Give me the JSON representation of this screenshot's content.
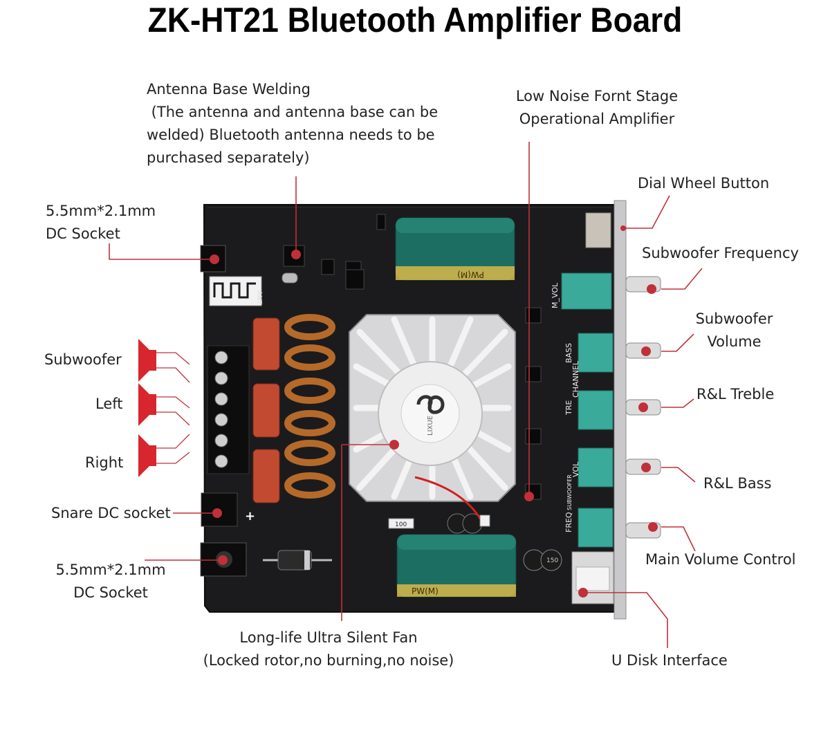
{
  "title": "ZK-HT21 Bluetooth Amplifier Board",
  "colors": {
    "callout": "#c0303a",
    "board": "#1b1b1d",
    "capacitor": "#1d6e62",
    "knob_green": "#3aaa9a"
  },
  "board_markings": [
    "ANT",
    "M_VOL",
    "BASS",
    "CHANNEL",
    "TRE",
    "VOL",
    "SUBWOOFER",
    "FREQ",
    "LIXUE",
    "PW(M)",
    "100",
    "150"
  ],
  "callouts": {
    "antenna": {
      "line1": "Antenna Base Welding",
      "line2": " (The antenna and antenna base can be",
      "line3": "welded) Bluetooth antenna needs to be",
      "line4": "purchased separately)"
    },
    "low_noise": {
      "line1": "Low Noise Fornt Stage",
      "line2": "Operational Amplifier"
    },
    "dial": {
      "line1": "Dial Wheel Button"
    },
    "dc_top": {
      "line1": "5.5mm*2.1mm",
      "line2": "DC Socket"
    },
    "sub_freq": {
      "line1": "Subwoofer Frequency"
    },
    "sub_vol": {
      "line1": "Subwoofer",
      "line2": "Volume"
    },
    "subwoofer": {
      "line1": "Subwoofer"
    },
    "left": {
      "line1": "Left"
    },
    "right": {
      "line1": "Right"
    },
    "treble": {
      "line1": "R&L Treble"
    },
    "bass": {
      "line1": "R&L Bass"
    },
    "snare": {
      "line1": "Snare DC socket"
    },
    "main_vol": {
      "line1": "Main Volume Control"
    },
    "dc_bottom": {
      "line1": "5.5mm*2.1mm",
      "line2": "DC Socket"
    },
    "fan": {
      "line1": "Long-life Ultra Silent Fan",
      "line2": "(Locked rotor,no burning,no noise)"
    },
    "udisk": {
      "line1": "U Disk Interface"
    }
  }
}
